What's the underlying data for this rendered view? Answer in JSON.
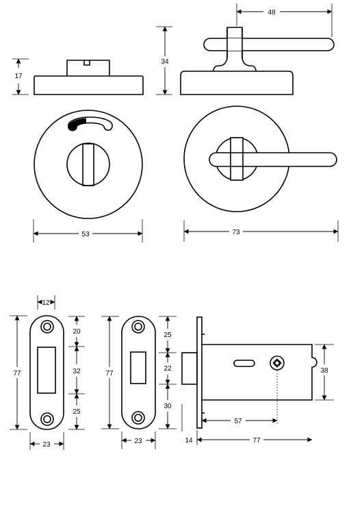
{
  "accent": "#000000",
  "turn_release": {
    "height": "17",
    "diameter": "53"
  },
  "lever_handle": {
    "height": "34",
    "lever_length": "48",
    "diameter": "73"
  },
  "strike_plate": {
    "slot_width": "12",
    "height": "77",
    "width": "23",
    "seg_top": "20",
    "seg_mid": "32",
    "seg_bottom": "25"
  },
  "forend": {
    "height": "77",
    "width": "23",
    "seg_top": "25",
    "seg_mid": "22",
    "seg_bottom": "30"
  },
  "latch_body": {
    "height": "38",
    "backset": "57",
    "bolt_projection": "14",
    "case_length": "77"
  }
}
